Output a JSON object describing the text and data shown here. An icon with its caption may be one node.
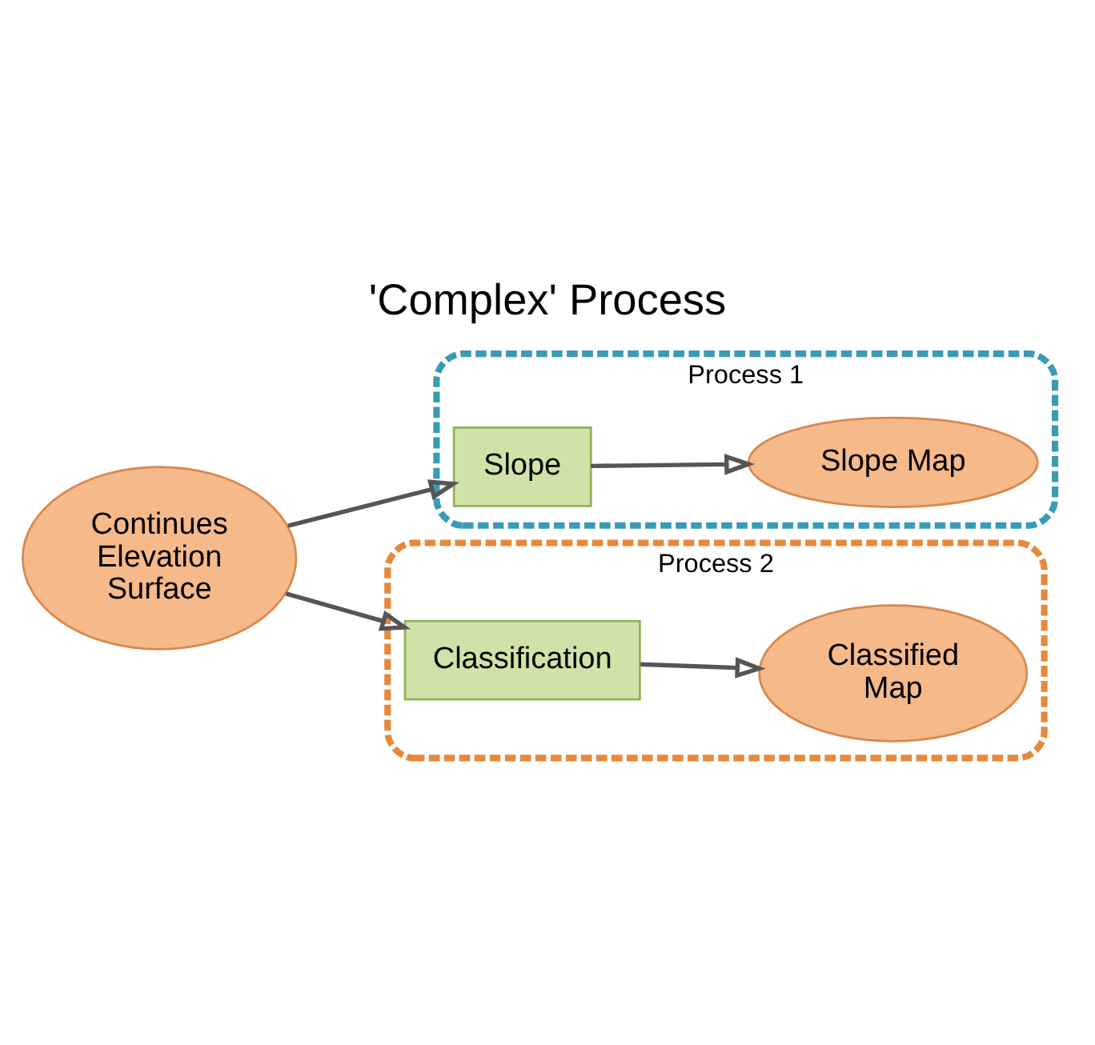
{
  "diagram": {
    "title": "'Complex' Process",
    "nodes": [
      {
        "text": [
          "Process 1"
        ]
      },
      {
        "text": [
          "Slope"
        ],
        "in": 0
      },
      {
        "text": [
          "Slope Map"
        ],
        "in": 0
      },
      {
        "text": [
          "Continues Elevation Surface"
        ]
      },
      {
        "text": [
          "Process 2"
        ]
      },
      {
        "text": [
          "Classification"
        ],
        "in": 4
      },
      {
        "text": [
          "Classified Map"
        ],
        "in": 4
      }
    ],
    "edges": [
      {
        "from": 3,
        "to": 1,
        "arrow": "to"
      },
      {
        "from": 1,
        "to": 2,
        "arrow": "to"
      },
      {
        "from": 3,
        "to": 5,
        "arrow": "to"
      },
      {
        "from": 5,
        "to": 6,
        "arrow": "to"
      }
    ]
  }
}
